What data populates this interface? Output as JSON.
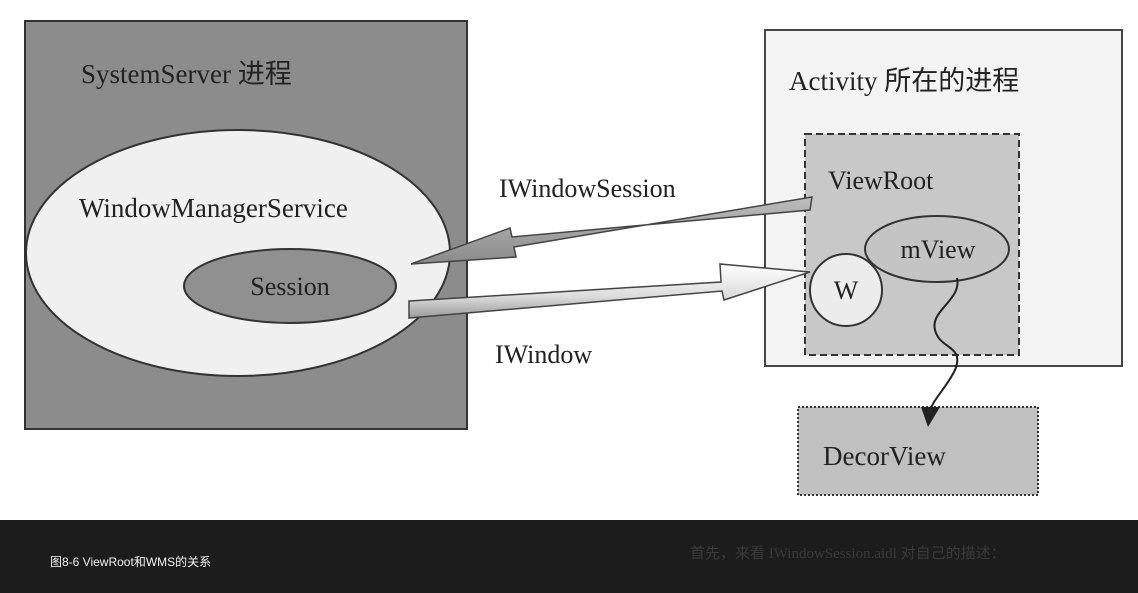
{
  "diagram": {
    "system_server_label": "SystemServer 进程",
    "wms_label": "WindowManagerService",
    "session_label": "Session",
    "activity_label": "Activity 所在的进程",
    "viewroot_label": "ViewRoot",
    "mview_label": "mView",
    "w_label": "W",
    "decorview_label": "DecorView",
    "iwindowsession_label": "IWindowSession",
    "iwindow_label": "IWindow"
  },
  "caption": {
    "text": "图8-6   ViewRoot和WMS的关系",
    "overlay_text": "首先，来看 IWindowSession.aidl 对自己的描述："
  },
  "colors": {
    "system_server_fill": "#8c8c8c",
    "wms_fill": "#f0f0f0",
    "session_fill": "#909090",
    "viewroot_fill": "#c8c8c8",
    "decorview_fill": "#c0c0c0",
    "caption_bar": "#1c1c1c"
  }
}
